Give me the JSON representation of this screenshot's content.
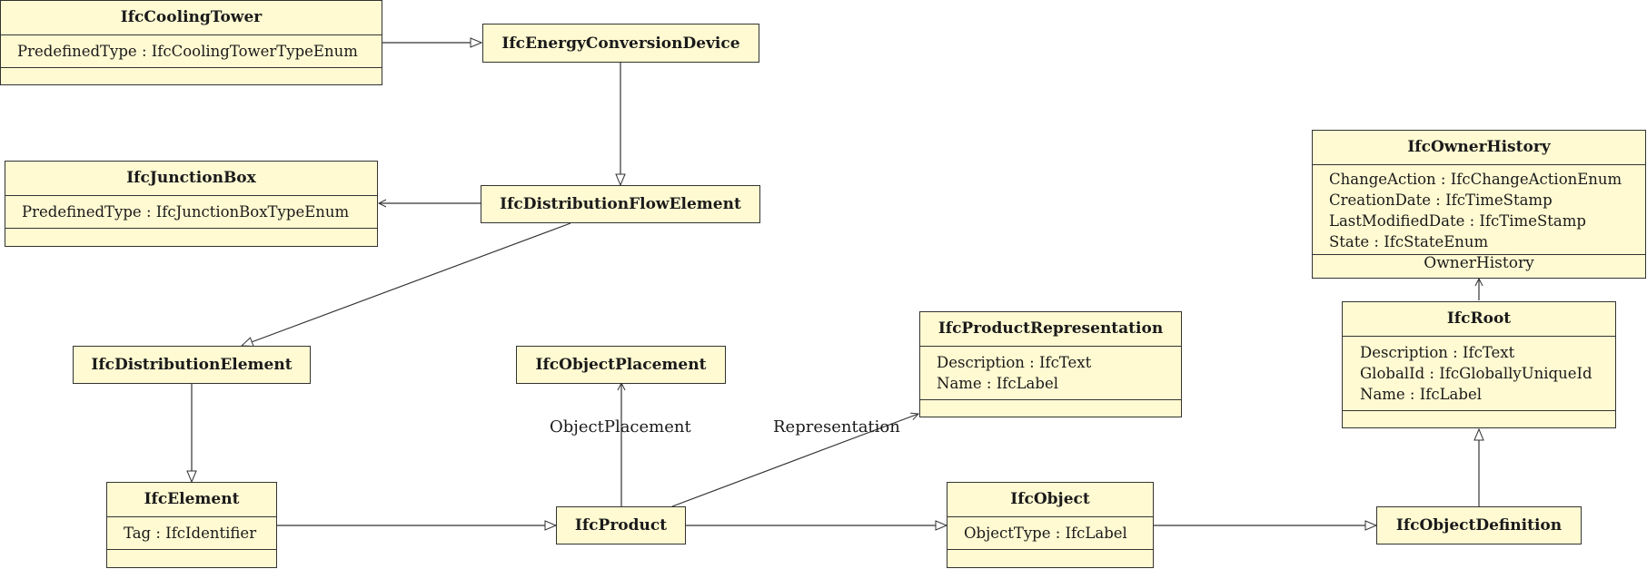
{
  "classes": {
    "cooling_tower": {
      "name": "IfcCoolingTower",
      "attributes": [
        "PredefinedType : IfcCoolingTowerTypeEnum"
      ]
    },
    "energy_conversion": {
      "name": "IfcEnergyConversionDevice"
    },
    "junction_box": {
      "name": "IfcJunctionBox",
      "attributes": [
        "PredefinedType : IfcJunctionBoxTypeEnum"
      ]
    },
    "distribution_flow": {
      "name": "IfcDistributionFlowElement"
    },
    "owner_history": {
      "name": "IfcOwnerHistory",
      "attributes": [
        "ChangeAction : IfcChangeActionEnum",
        "CreationDate : IfcTimeStamp",
        "LastModifiedDate : IfcTimeStamp",
        "State : IfcStateEnum"
      ]
    },
    "product_representation": {
      "name": "IfcProductRepresentation",
      "attributes": [
        "Description : IfcText",
        "Name : IfcLabel"
      ]
    },
    "distribution_element": {
      "name": "IfcDistributionElement"
    },
    "object_placement": {
      "name": "IfcObjectPlacement"
    },
    "root": {
      "name": "IfcRoot",
      "attributes": [
        "Description : IfcText",
        "GlobalId : IfcGloballyUniqueId",
        "Name : IfcLabel"
      ]
    },
    "element": {
      "name": "IfcElement",
      "attributes": [
        "Tag : IfcIdentifier"
      ]
    },
    "product": {
      "name": "IfcProduct"
    },
    "object": {
      "name": "IfcObject",
      "attributes": [
        "ObjectType : IfcLabel"
      ]
    },
    "object_definition": {
      "name": "IfcObjectDefinition"
    }
  },
  "association_labels": {
    "owner_history": "OwnerHistory",
    "object_placement": "ObjectPlacement",
    "representation": "Representation"
  },
  "colors": {
    "class_fill": "#fffad2",
    "line": "#333333"
  }
}
